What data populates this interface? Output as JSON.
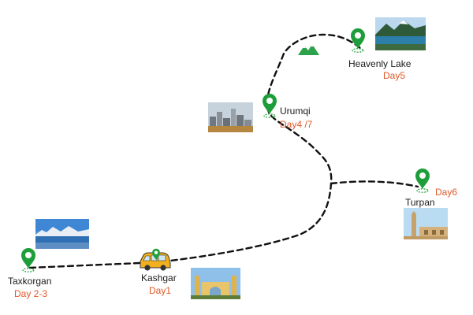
{
  "colors": {
    "route": "#111111",
    "pin": "#1e9e3a",
    "day_label": "#e0592a",
    "place_label": "#1a1a1a"
  },
  "stops": [
    {
      "id": "taxkorgan",
      "name": "Taxkorgan",
      "day": "Day 2-3",
      "icon": "map-pin-icon",
      "photo": "lake-mountain-photo"
    },
    {
      "id": "kashgar",
      "name": "Kashgar",
      "day": "Day1",
      "icon": "van-icon",
      "photo": "mosque-photo"
    },
    {
      "id": "urumqi",
      "name": "Urumqi",
      "day": "Day4  /7",
      "icon": "map-pin-icon",
      "photo": "city-skyline-photo"
    },
    {
      "id": "heavenly",
      "name": "Heavenly Lake",
      "day": "Day5",
      "icon": "map-pin-icon",
      "photo": "alpine-lake-photo"
    },
    {
      "id": "turpan",
      "name": "Turpan",
      "day": "Day6",
      "icon": "map-pin-icon",
      "photo": "ruins-photo"
    }
  ],
  "extra_icons": [
    "green-mountain-icon"
  ]
}
